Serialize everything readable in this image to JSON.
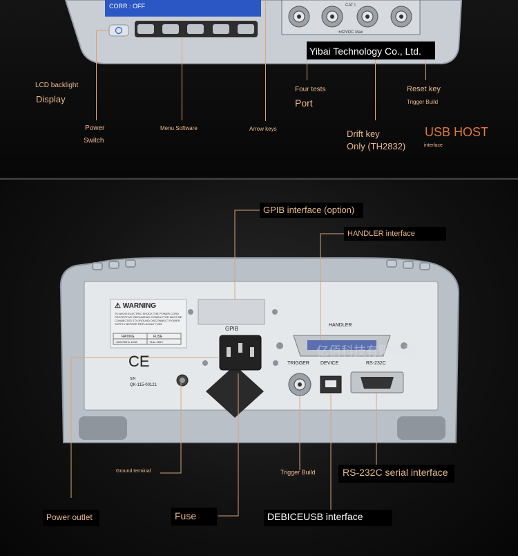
{
  "top": {
    "lcd_text": "CORR : OFF",
    "watermark": "Yibai Technology Co., Ltd.",
    "connector_label": "CAT I",
    "connector_sub": "±42VDC Max",
    "labels": {
      "lcd_backlight": "LCD backlight",
      "display": "Display",
      "power": "Power",
      "switch": "Switch",
      "menu_software": "Menu Software",
      "arrow_keys": "Arrow keys",
      "four_tests": "Four tests",
      "port": "Port",
      "drift_key": "Drift key",
      "only": "Only (TH2832)",
      "reset_key": "Reset key",
      "trigger_build": "Trigger Build",
      "usb_host": "USB HOST",
      "interface": "interface"
    }
  },
  "bottom": {
    "callouts": {
      "gpib": "GPIB interface (option)",
      "handler": "HANDLER interface",
      "ground": "Ground terminal",
      "trigger": "Trigger Build",
      "rs232": "RS-232C serial interface",
      "power_outlet": "Power outlet",
      "fuse": "Fuse",
      "usb": "DEBICEUSB interface"
    },
    "device": {
      "warning_title": "⚠ WARNING",
      "warning_text": "TO AVOID ELECTRIC SHOCK THE POWER CORD PROTECTIVE GROUNDING CONDUCTOR MUST BE CONNECTED TO GROUND DISCONNECT POWER SUPPLY BEFORE REPLACING FUSE",
      "rating": "RATING",
      "fuse_hdr": "FUSE",
      "rating_val": "~220V/50Hz 40VA",
      "fuse_val": "T1AL 250V",
      "gpib": "GPIB",
      "handler": "HANDLER",
      "trigger": "TRIGGER",
      "device": "DEVICE",
      "rs232": "RS-232C",
      "ce": "CE",
      "sn": "S/N",
      "serial": "QK-115-00121",
      "cn_watermark": "亿佰科技有限公司"
    }
  }
}
